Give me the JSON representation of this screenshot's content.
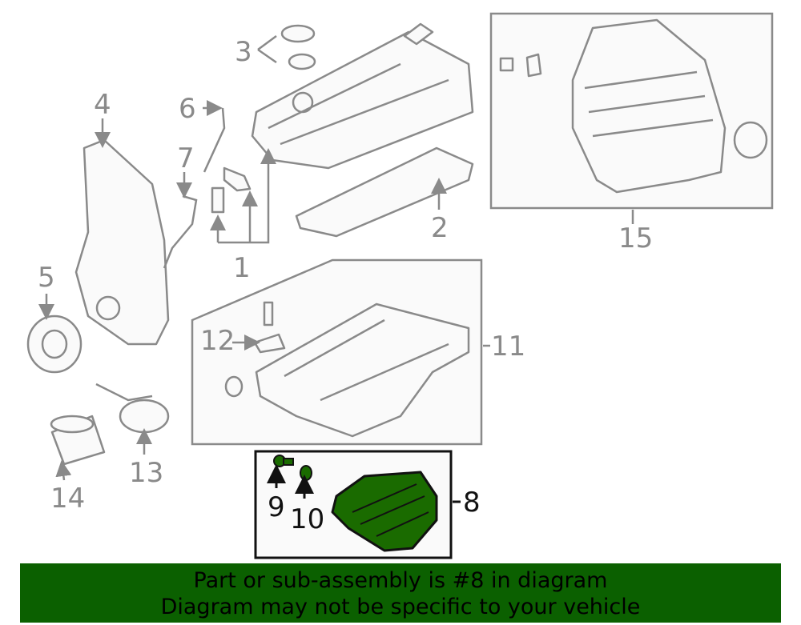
{
  "diagram": {
    "callouts": {
      "c1": "1",
      "c2": "2",
      "c3": "3",
      "c4": "4",
      "c5": "5",
      "c6": "6",
      "c7": "7",
      "c8": "8",
      "c9": "9",
      "c10": "10",
      "c11": "11",
      "c12": "12",
      "c13": "13",
      "c14": "14",
      "c15": "15"
    },
    "highlight_color": "#1a6b00"
  },
  "banner": {
    "line1": "Part or sub-assembly is #8 in diagram",
    "line2": "Diagram may not be specific to your vehicle",
    "color": "#0b6000"
  }
}
